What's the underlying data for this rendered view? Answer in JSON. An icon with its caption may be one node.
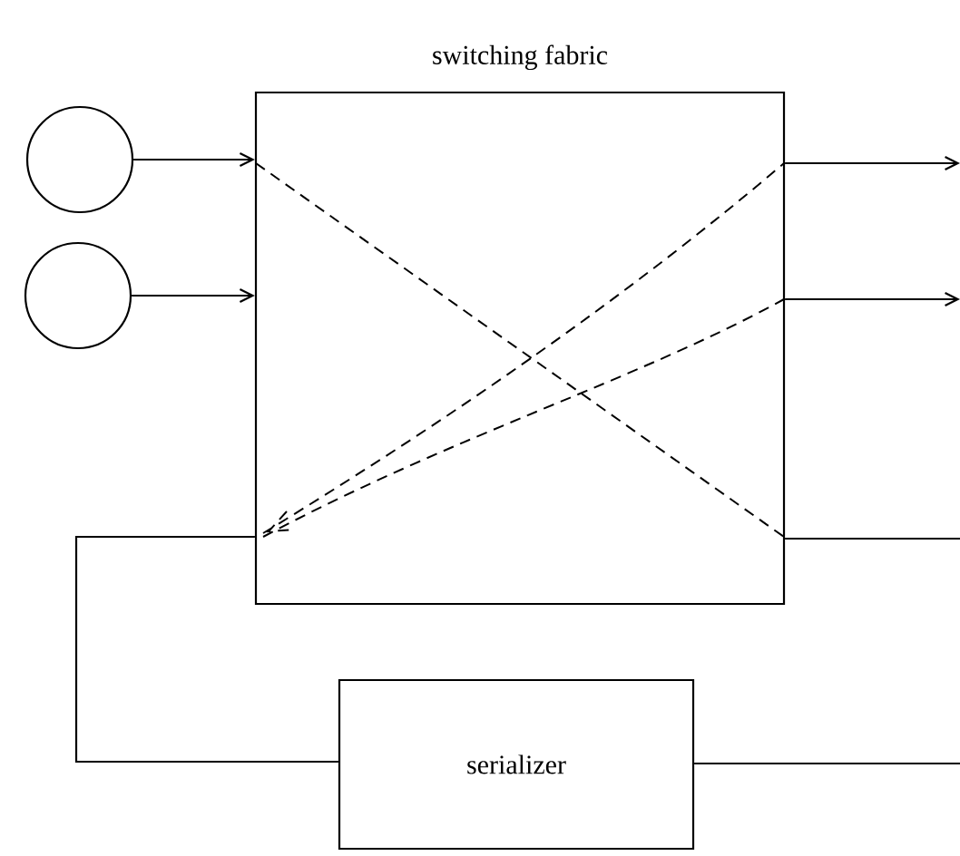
{
  "diagram": {
    "nodes": [
      {
        "text": [
          "switching fabric"
        ]
      },
      {
        "text": [],
        "shape": "circle"
      },
      {
        "text": [],
        "shape": "circle"
      },
      {
        "text": [
          "serializer"
        ]
      }
    ],
    "edges": [
      {
        "from": 1,
        "to": 0,
        "arrow": "to"
      },
      {
        "from": 2,
        "to": 0,
        "arrow": "to"
      },
      {
        "from": 0,
        "to": null,
        "arrow": "to"
      },
      {
        "from": 0,
        "to": null,
        "arrow": "to"
      },
      {
        "from": 0,
        "to": null,
        "arrow": "none"
      },
      {
        "from": 0,
        "to": 3,
        "arrow": "none"
      },
      {
        "from": 3,
        "to": null,
        "arrow": "none"
      }
    ]
  }
}
